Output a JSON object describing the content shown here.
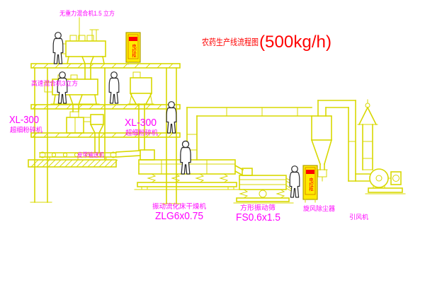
{
  "title": {
    "text": "农药生产线流程图",
    "capacity": "(500kg/h)"
  },
  "labels": {
    "top_mixer": "无重力混合机1.5 立方",
    "high_speed_mixer": "高速混合机3立方",
    "mill_left_model": "XL-300",
    "mill_left_name": "超细粉碎机",
    "mill_center_model": "XL-300",
    "mill_center_name": "超细粉碎机",
    "belt_conveyor": "皮带输送机",
    "dryer_name": "振动流化床干燥机",
    "dryer_model": "ZLG6x0.75",
    "screen_name": "方形振动筛",
    "screen_model": "FS0.6x1.5",
    "cyclone_name": "旋风除尘器",
    "fan_name": "引风机",
    "cabinet1_text": "电控柜",
    "cabinet2_text": "电控柜"
  },
  "colors": {
    "drawing_line": "#d8d800",
    "label_text": "#ff00ff",
    "title_text": "#ff0000",
    "cabinet_fill": "#ffeb00",
    "cabinet_tag": "#ff0000",
    "figure_outline": "#2a2a2a",
    "background": "#ffffff"
  }
}
